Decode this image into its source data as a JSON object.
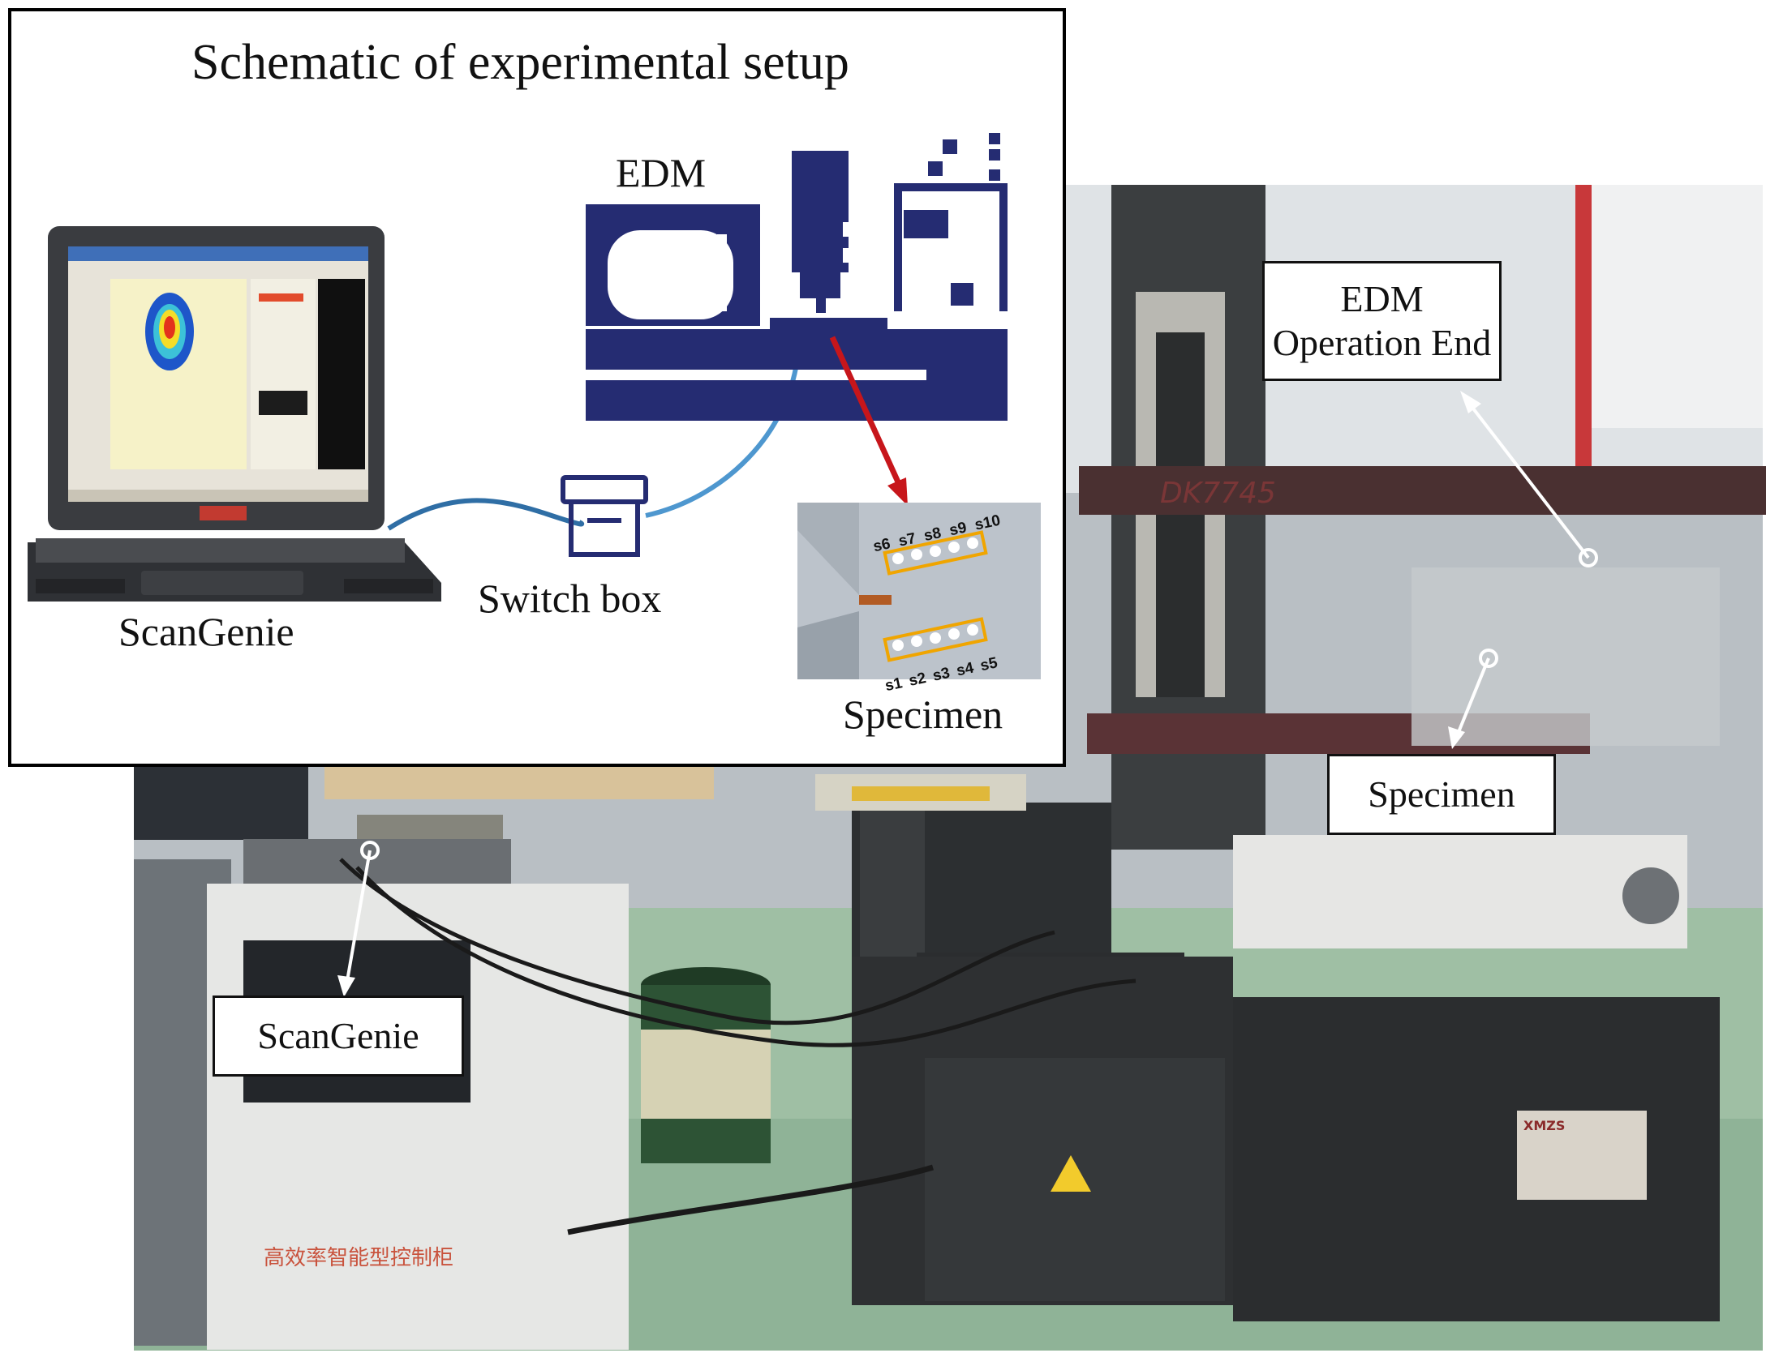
{
  "schematic": {
    "title": "Schematic of experimental setup",
    "edm_label": "EDM",
    "switch_box_label": "Switch box",
    "scangenie_label": "ScanGenie",
    "specimen_label": "Specimen",
    "specimen_points_top": [
      "s6",
      "s7",
      "s8",
      "s9",
      "s10"
    ],
    "specimen_points_bottom": [
      "s1",
      "s2",
      "s3",
      "s4",
      "s5"
    ],
    "colors": {
      "machine": "#252c72",
      "cable": "#4e97cf",
      "arrow": "#c7161b",
      "highlight": "#f0a500"
    }
  },
  "photo": {
    "labels": {
      "edm_line1": "EDM",
      "edm_line2": "Operation End",
      "specimen": "Specimen",
      "scangenie": "ScanGenie"
    },
    "machine_marking": "DK7745",
    "nameplate_text": "XMZS"
  }
}
